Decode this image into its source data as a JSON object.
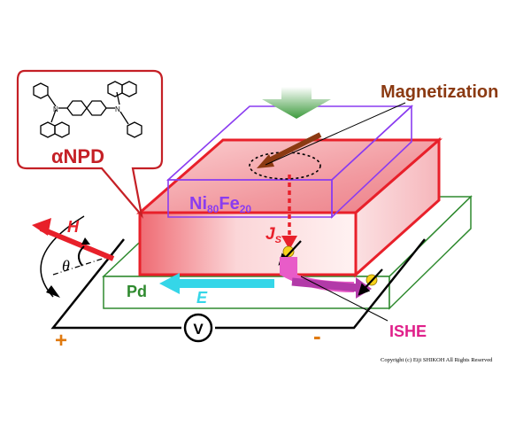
{
  "labels": {
    "molecule": "αNPD",
    "magnetization": "Magnetization",
    "nife_main": "Ni",
    "nife_sub1": "80",
    "nife_mid": "Fe",
    "nife_sub2": "20",
    "js_main": "J",
    "js_sub": "S",
    "h_field": "H",
    "theta": "θ",
    "pd": "Pd",
    "e_field": "E",
    "voltmeter": "V",
    "plus": "+",
    "minus": "-",
    "ishe": "ISHE"
  },
  "copyright": "Copyright (c) Eiji SHIKOH All Rights Reserved",
  "colors": {
    "red_block": "#e8202a",
    "purple_outline": "#8a3cf0",
    "green_outline": "#2f8a2f",
    "cyan_arrow": "#35d6e8",
    "magenta_arrow": "#c23cb0",
    "brown_label": "#8b3a12",
    "orange_sign": "#e07a10",
    "ishe_pink": "#e0208a"
  }
}
